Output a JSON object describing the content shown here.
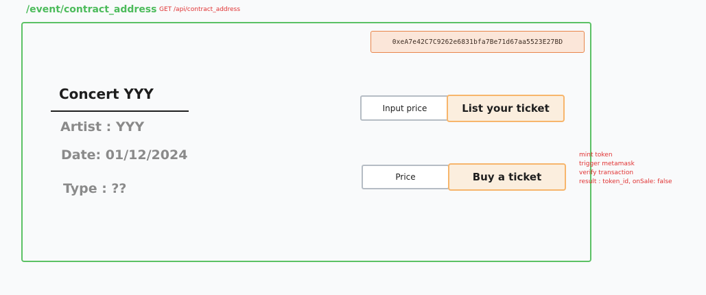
{
  "header": {
    "route": "/event/contract_address",
    "api": "GET /api/contract_address"
  },
  "contract": {
    "address": "0xeA7e42C7C9262e6831bfa7Be71d67aa5523E27BD"
  },
  "event": {
    "title": "Concert YYY",
    "artist": "Artist : YYY",
    "date": "Date: 01/12/2024",
    "type": "Type : ??"
  },
  "list_section": {
    "input_placeholder": "Input price",
    "button_label": "List your ticket"
  },
  "buy_section": {
    "price_label": "Price",
    "button_label": "Buy a ticket"
  },
  "notes": [
    "mint token",
    "trigger metamask",
    "verify transaction",
    "result : token_id, onSale: false"
  ],
  "colors": {
    "frame_border": "#5bc164",
    "route_text": "#4cbb5b",
    "note_text": "#e03131",
    "address_bg": "#fbe6d9",
    "address_border": "#e8854a",
    "button_bg": "#fbeede",
    "button_border": "#f7b56b"
  }
}
